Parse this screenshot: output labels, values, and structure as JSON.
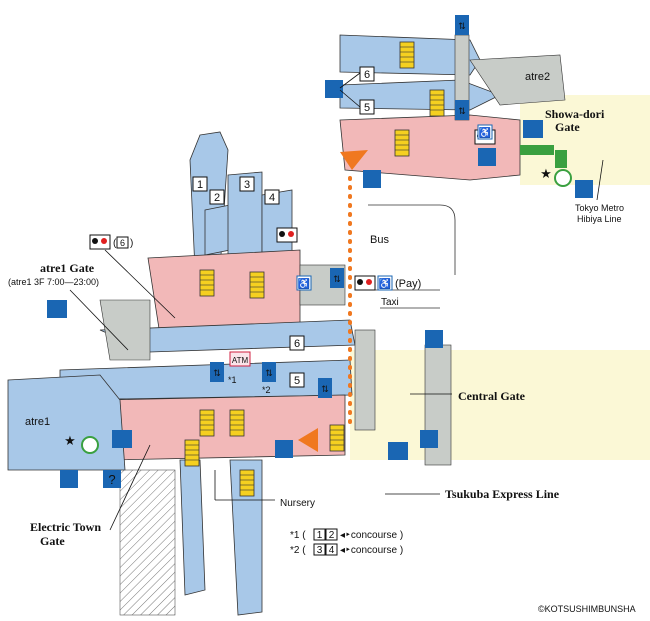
{
  "map": {
    "platforms": [
      {
        "label": "1"
      },
      {
        "label": "2"
      },
      {
        "label": "3"
      },
      {
        "label": "4"
      },
      {
        "label": "5"
      },
      {
        "label": "6"
      },
      {
        "label": "5"
      },
      {
        "label": "6"
      }
    ],
    "gates": {
      "atre1_gate": "atre1 Gate",
      "atre1_hours": "(atre1 3F  7:00―23:00)",
      "showa_dori": "Showa-dori Gate",
      "showa_line1": "Showa-dori",
      "showa_line2": "Gate",
      "central": "Central Gate",
      "electric_town_line1": "Electric Town",
      "electric_town_line2": "Gate"
    },
    "areas": {
      "atre1": "atre1",
      "atre2": "atre2",
      "bus": "Bus",
      "taxi": "Taxi",
      "nursery": "Nursery"
    },
    "lines": {
      "tsukuba_express": "Tsukuba Express Line",
      "hibiya_line1": "Tokyo Metro",
      "hibiya_line2": "Hibiya Line"
    },
    "facilities": {
      "atm": "ATM",
      "toilet_count_label": "(",
      "toilet_platform": "6",
      "pay_toilet": "(Pay)"
    },
    "notes": {
      "mark1": "*1",
      "mark2": "*2",
      "note1_prefix": "*1 (",
      "note1_a": "1",
      "note1_b": "2",
      "note1_suffix": "◂‣concourse )",
      "note2_prefix": "*2 (",
      "note2_a": "3",
      "note2_b": "4",
      "note2_suffix": "◂‣concourse )"
    },
    "copyright": "©KOTSUSHIMBUNSHA",
    "colors": {
      "platform_blue": "#a8c8e8",
      "concourse_pink": "#f2b8b8",
      "stairs_yellow": "#f5d020",
      "gate_zone": "#fbf8d6",
      "building_gray": "#c8ccc8",
      "route_orange": "#f07820",
      "icon_blue": "#1a66b3",
      "gate_green": "#3aa040",
      "toilet_red": "#e02020"
    }
  }
}
